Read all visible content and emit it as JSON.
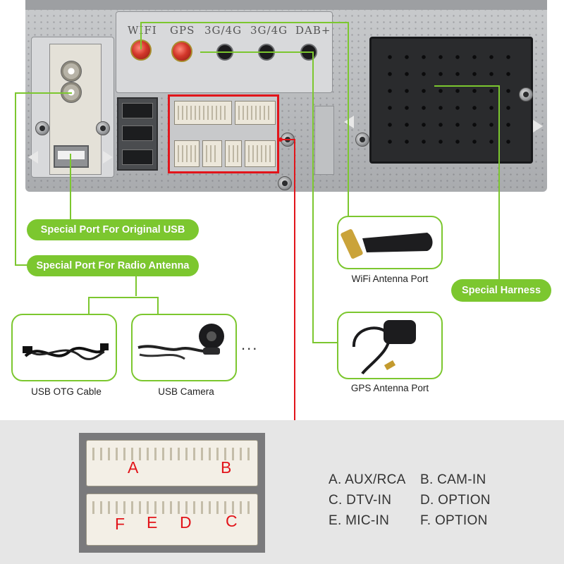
{
  "antenna_labels": [
    "WIFI",
    "GPS",
    "3G/4G",
    "3G/4G",
    "DAB+"
  ],
  "callouts": {
    "usb": "Special Port For Original USB",
    "radio": "Special Port For Radio Antenna",
    "harness": "Special Harness"
  },
  "accessories": [
    {
      "caption": "USB OTG Cable",
      "icon": "usb-otg-cable-icon"
    },
    {
      "caption": "USB Camera",
      "icon": "usb-camera-icon"
    }
  ],
  "more_indicator": "...",
  "ports": {
    "wifi": {
      "caption": "WiFi Antenna Port",
      "icon": "wifi-antenna-icon"
    },
    "gps": {
      "caption": "GPS Antenna Port",
      "icon": "gps-antenna-icon"
    }
  },
  "connector_letters": [
    "A",
    "B",
    "F",
    "E",
    "D",
    "C"
  ],
  "legend": [
    [
      "A. AUX/RCA",
      "B. CAM-IN"
    ],
    [
      "C. DTV-IN",
      "D. OPTION"
    ],
    [
      "E. MIC-IN",
      "F. OPTION"
    ]
  ],
  "colors": {
    "accent_green": "#7cc72f",
    "highlight_red": "#e2141a"
  }
}
